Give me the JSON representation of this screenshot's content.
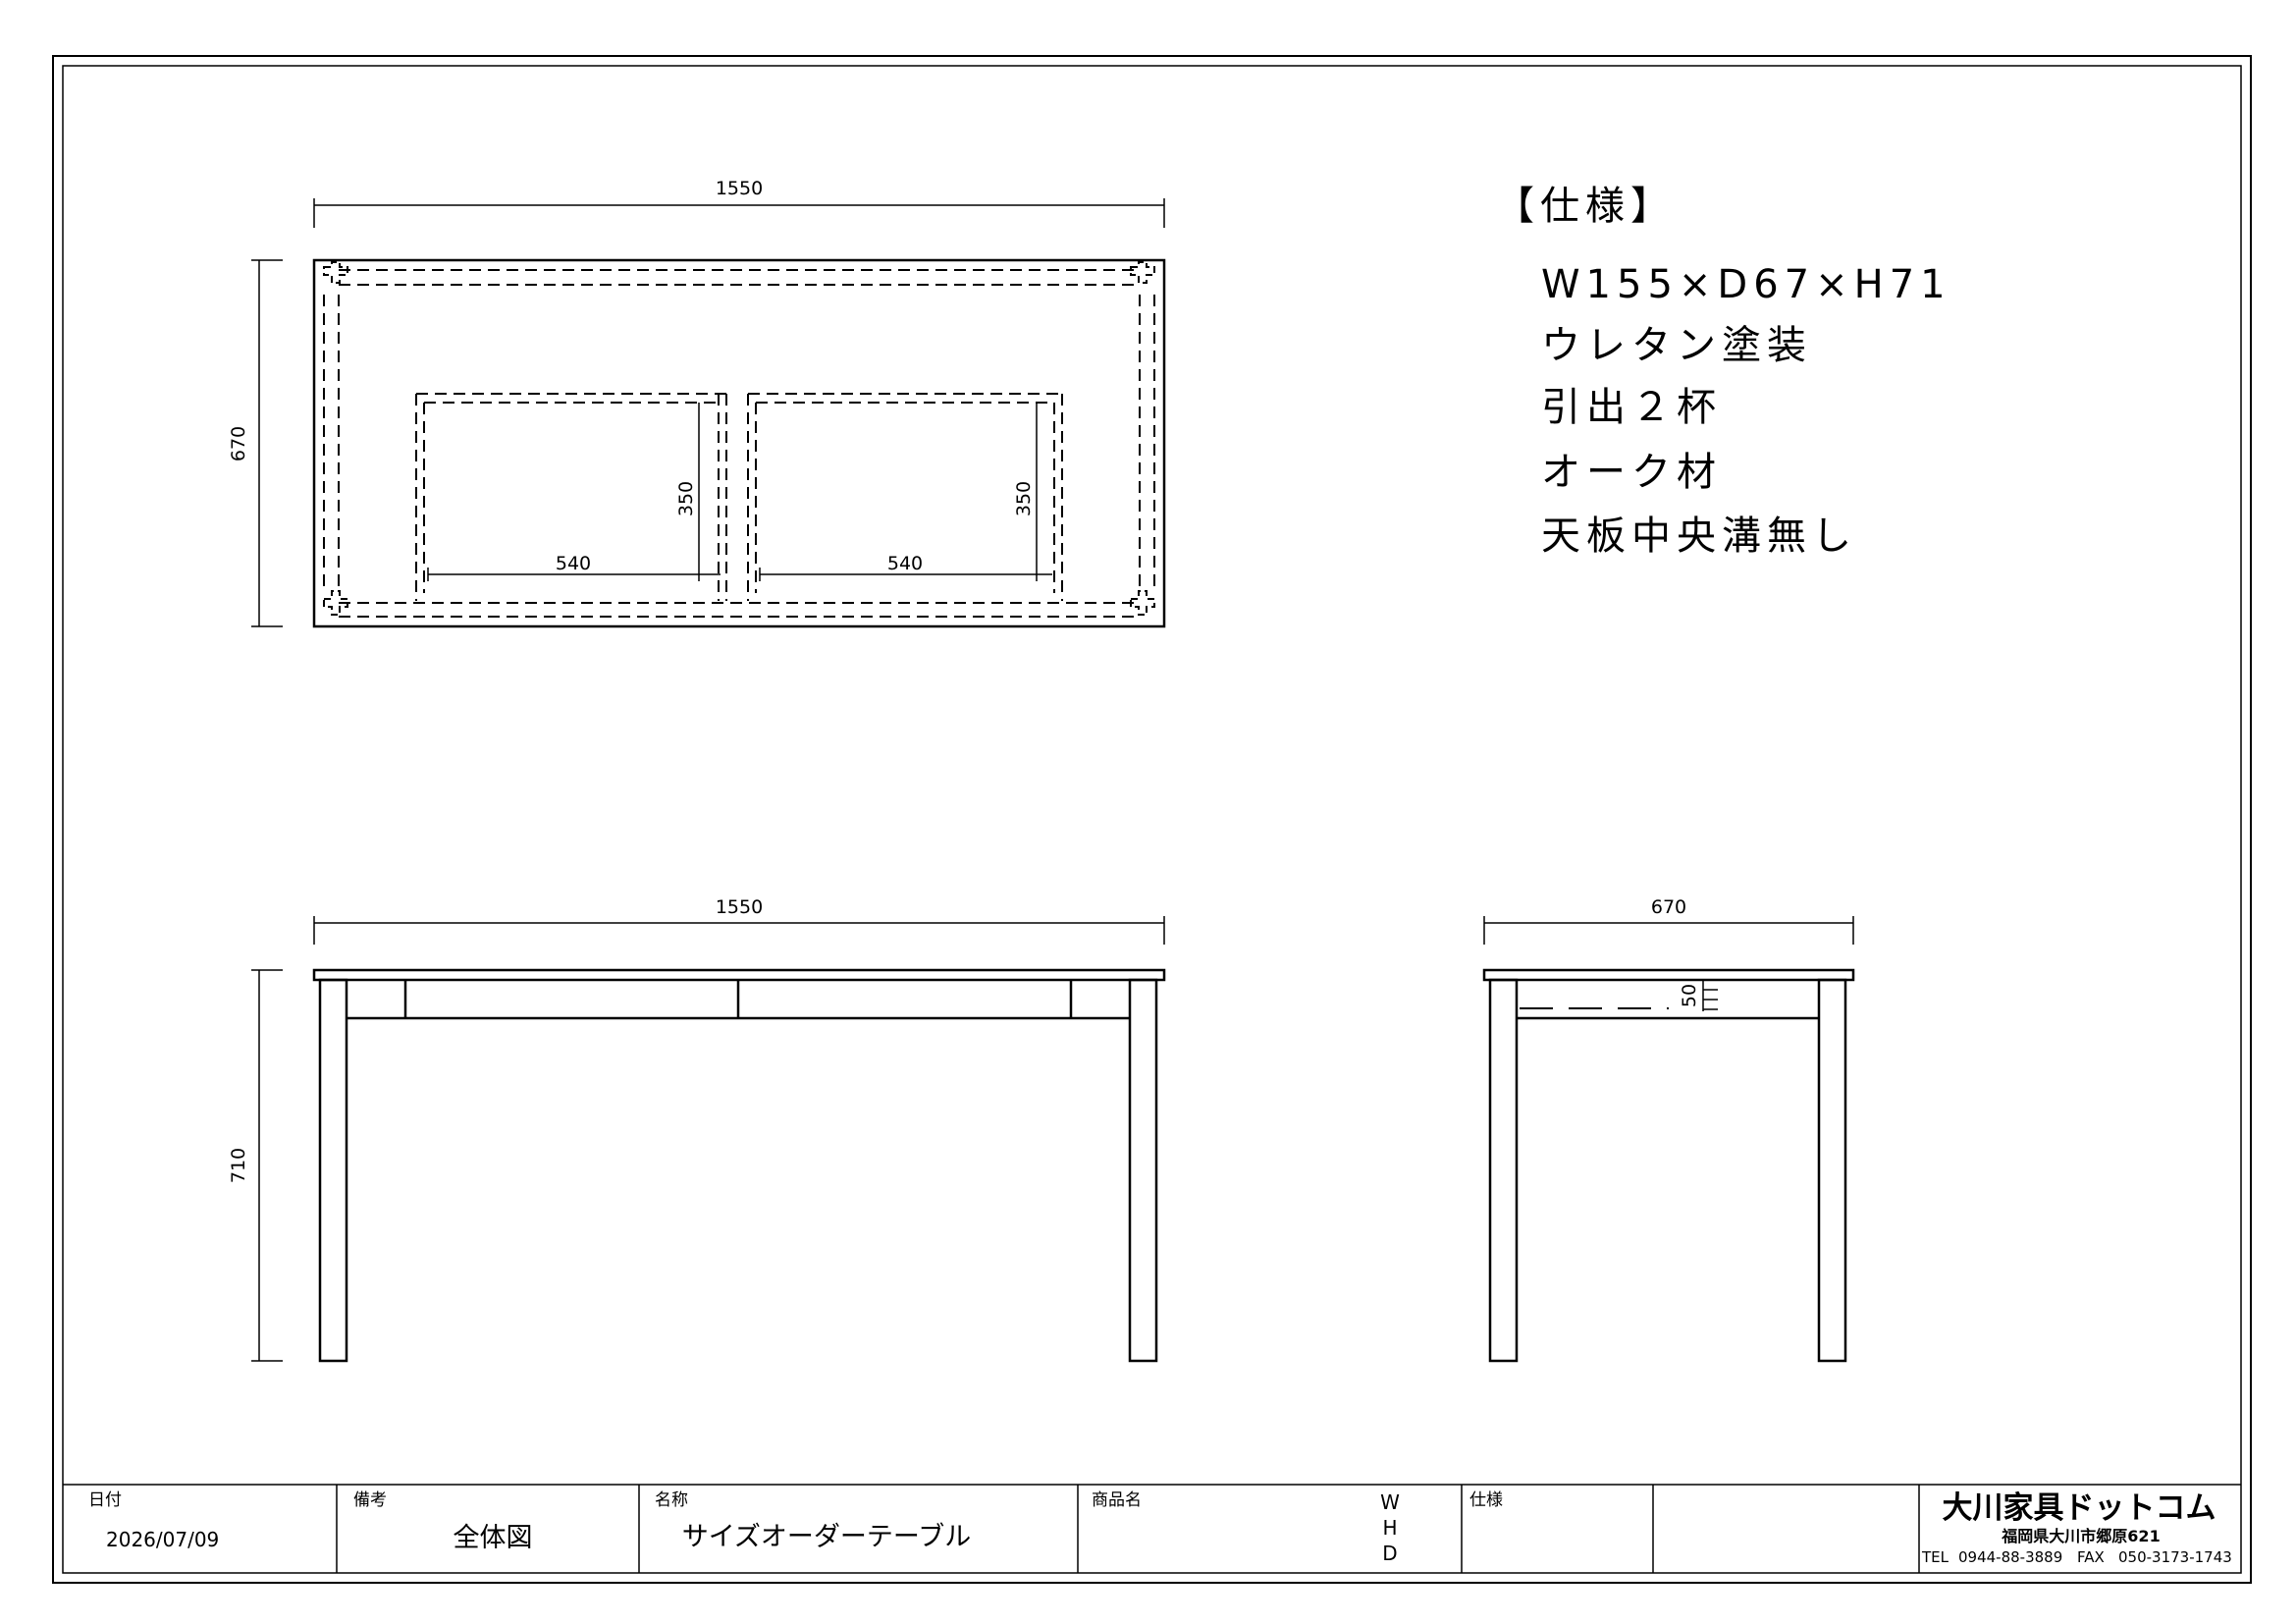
{
  "drawing": {
    "top_view": {
      "width_dim": "1550",
      "depth_dim": "670",
      "drawer_depth_dims": [
        "350",
        "350"
      ],
      "drawer_width_dims": [
        "540",
        "540"
      ]
    },
    "front_view": {
      "width_dim": "1550",
      "height_dim": "710"
    },
    "side_view": {
      "width_dim": "670",
      "apron_dim": "50"
    }
  },
  "spec": {
    "heading": "【仕様】",
    "lines": [
      "W155×D67×H71",
      "ウレタン塗装",
      "引出２杯",
      "オーク材",
      "天板中央溝無し"
    ]
  },
  "title_block": {
    "date_label": "日付",
    "date_value": "2026/07/09",
    "remarks_label": "備考",
    "remarks_value": "全体図",
    "name_label": "名称",
    "name_value": "サイズオーダーテーブル",
    "product_label": "商品名",
    "whd": [
      "W",
      "H",
      "D"
    ],
    "spec_label": "仕様",
    "company": "大川家具ドットコム",
    "address": "福岡県大川市郷原621",
    "tel_label": "TEL",
    "tel": "0944-88-3889",
    "fax_label": "FAX",
    "fax": "050-3173-1743"
  }
}
